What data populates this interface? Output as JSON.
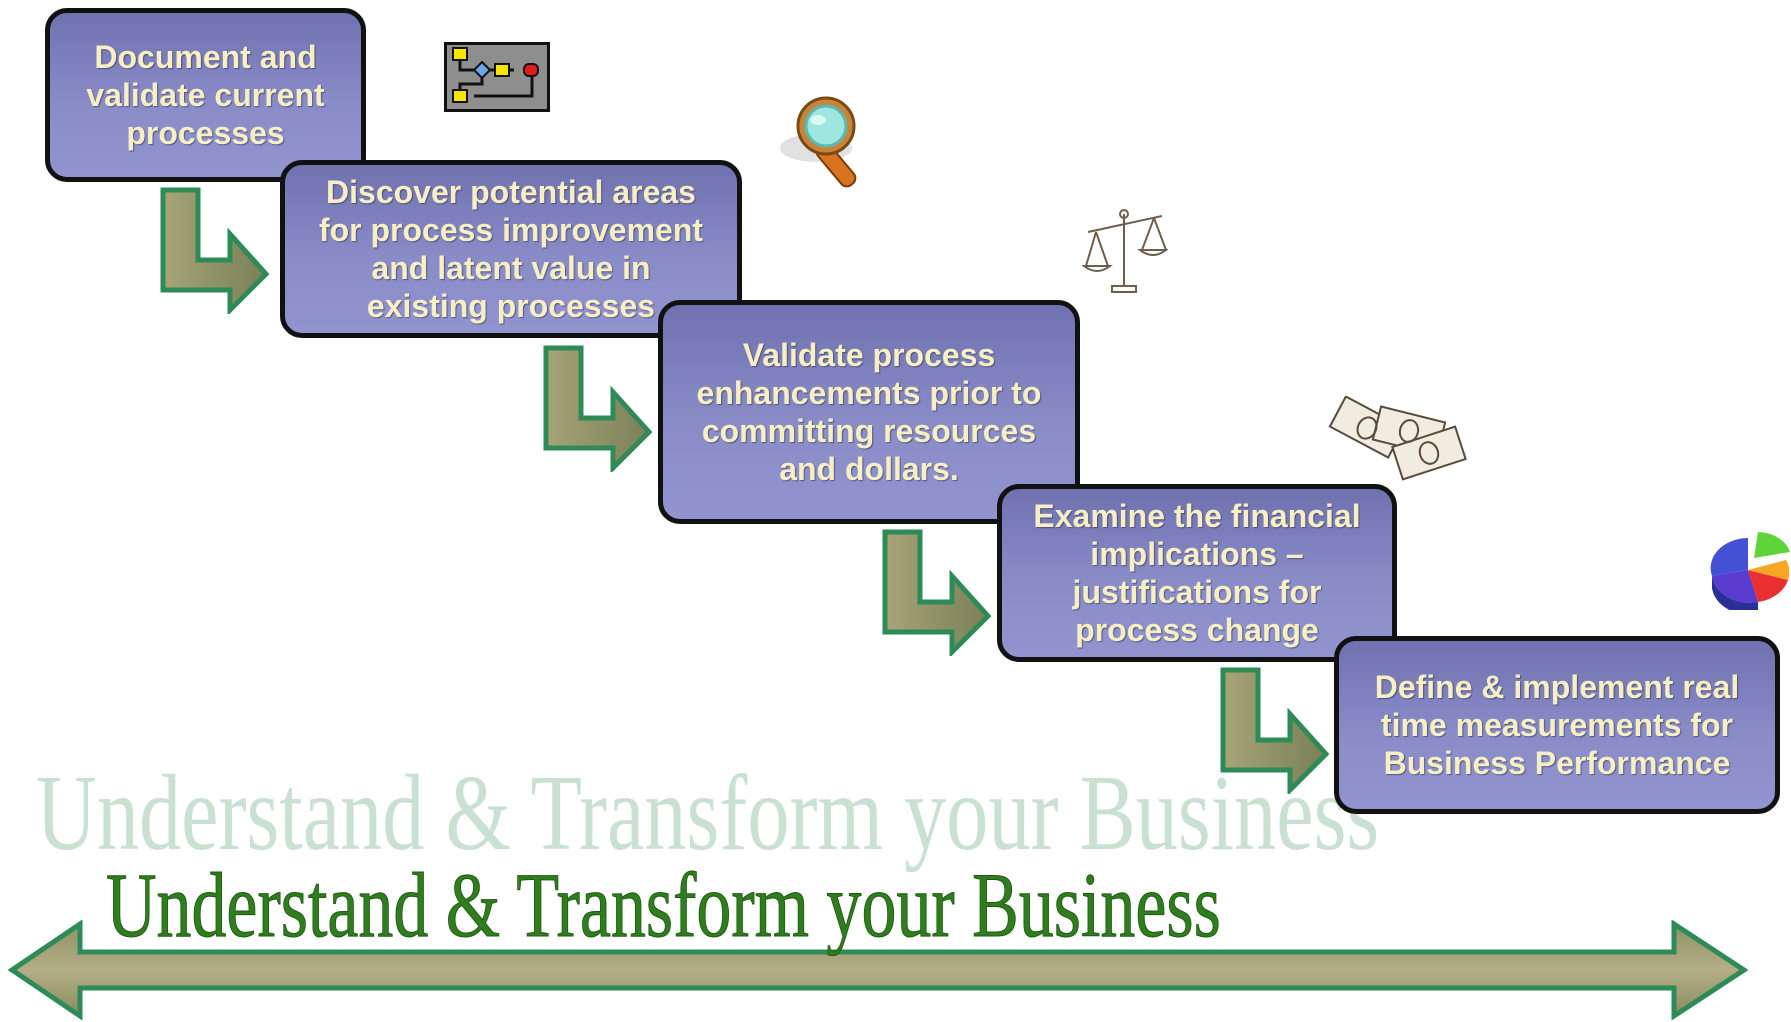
{
  "steps": [
    {
      "id": "document",
      "lines": [
        "Document and",
        "validate current",
        "processes"
      ]
    },
    {
      "id": "discover",
      "lines": [
        "Discover potential areas",
        "for process improvement",
        "and latent value in",
        "existing processes"
      ]
    },
    {
      "id": "validate",
      "lines": [
        "Validate process",
        "enhancements prior to",
        "committing resources",
        "and dollars."
      ]
    },
    {
      "id": "examine",
      "lines": [
        "Examine the financial",
        "implications –",
        "justifications for",
        "process change"
      ]
    },
    {
      "id": "define",
      "lines": [
        "Define & implement real",
        "time measurements for",
        "Business Performance"
      ]
    }
  ],
  "banner": {
    "ghost_text": "Understand & Transform your Business",
    "main_text": "Understand & Transform your Business"
  },
  "icons": [
    "flowchart-icon",
    "magnifying-glass-icon",
    "balance-scale-icon",
    "money-icon",
    "pie-chart-icon"
  ],
  "colors": {
    "box_fill": "#8a8cc8",
    "box_border": "#111111",
    "box_text": "#f6efc4",
    "arrow_fill": "#8f9266",
    "arrow_stroke": "#2e8b57",
    "banner_main": "#2f7d1e",
    "banner_ghost": "#c9e1d2"
  }
}
